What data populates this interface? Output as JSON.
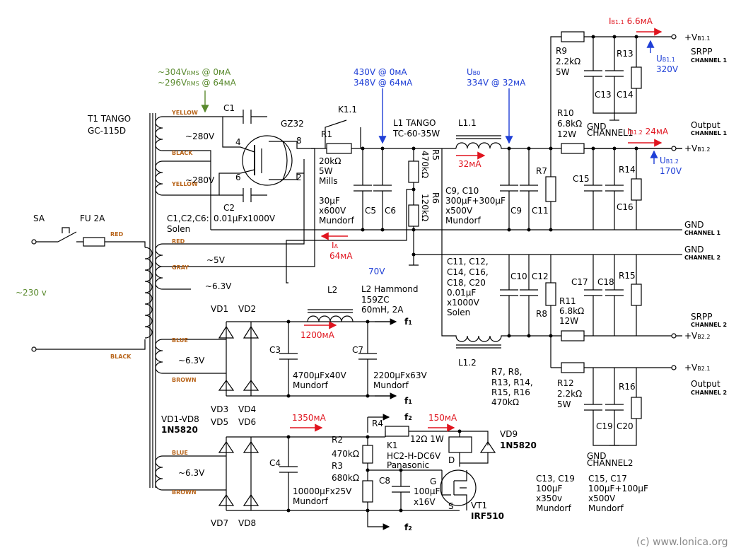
{
  "colors": {
    "current": "#e0141e",
    "voltage": "#1f3fd6",
    "mains": "#5a8a2e",
    "wire_label": "#b8651b"
  },
  "transformer": {
    "ref": "T1",
    "model": "TANGO",
    "part": "GC-115D",
    "in_ac": "~230 v",
    "out_280a": "~280V",
    "out_280b": "~280V",
    "out_5": "~5V",
    "out_63a": "~6.3V",
    "out_63b": "~6.3V",
    "out_63c": "~6.3V",
    "wire_yellow1": "YELLOW",
    "wire_black1": "BLACK",
    "wire_yellow2": "YELLOW",
    "wire_red1": "RED",
    "wire_red2": "RED",
    "wire_gray": "GRAY",
    "wire_black2": "BLACK",
    "wire_blue1": "BLUE",
    "wire_brown1": "BROWN",
    "wire_blue2": "BLUE",
    "wire_brown2": "BROWN"
  },
  "mains": {
    "switch": "SA",
    "fuse": "FU 2A",
    "v1": "~304V",
    "v1_sub": "RMS",
    "v1_rest": " @ 0мА",
    "v2": "~296V",
    "v2_sub": "RMS",
    "v2_rest": " @ 64мА"
  },
  "rectifier": {
    "tube": "GZ32",
    "pin4": "4",
    "pin6": "6",
    "pin8": "8",
    "pin2": "2",
    "c1": "C1",
    "c2": "C2",
    "caps": "C1,C2,C6:",
    "caps_val": "0.01µFx1000V",
    "caps_brand": "Solen",
    "k11": "K1.1"
  },
  "hv": {
    "r1": "R1",
    "r1_val": "20kΩ",
    "r1_pow": "5W",
    "r1_brand": "Mills",
    "cap": "30µF",
    "cap_v": "x600V",
    "cap_brand": "Mundorf",
    "c5": "C5",
    "c6": "C6",
    "v_a": "430V @ 0мА",
    "v_b": "348V @ 64мА",
    "r5": "R5",
    "r5_val": "470kΩ",
    "r6": "R6",
    "r6_val": "120kΩ",
    "ia": "I",
    "ia_sub": "A",
    "ia_val": "64мА",
    "v70": "70V"
  },
  "choke": {
    "l1": "L1",
    "l1_brand": "TANGO",
    "l1_part": "TC-60-35W",
    "l11": "L1.1",
    "l12": "L1.2",
    "i32": "32мА",
    "ub0": "U",
    "ub0_sub": "B0",
    "ub0_val": "334V @ 32мА",
    "c9c10": "C9, C10",
    "c9c10_val": "300µF+300µF",
    "c9c10_v": "x500V",
    "c9c10_brand": "Mundorf",
    "c9": "C9",
    "c11": "C11",
    "r7": "R7",
    "c10": "C10",
    "c12": "C12",
    "r8": "R8"
  },
  "ch1": {
    "r9": "R9",
    "r9_val": "2.2kΩ",
    "r9_pow": "5W",
    "r13": "R13",
    "c13": "C13",
    "c14": "C14",
    "ib11": "I",
    "ib11_sub": "B1.1",
    "ib11_val": "6.6мА",
    "ub11": "U",
    "ub11_sub": "B1.1",
    "ub11_val": "320V",
    "vb11": "+V",
    "vb11_sub": "B1.1",
    "srpp": "SRPP",
    "channel": "CHANNEL 1",
    "gnd": "GND",
    "gnd_ch": "CHANNEL1",
    "r10": "R10",
    "r10_val": "6.8kΩ",
    "r10_pow": "12W",
    "output": "Output",
    "output_ch": "CHANNEL 1",
    "ib12": "I",
    "ib12_sub": "B1.2",
    "ib12_val": "24мА",
    "ub12": "U",
    "ub12_sub": "B1.2",
    "ub12_val": "170V",
    "vb12": "+V",
    "vb12_sub": "B1.2",
    "c15": "C15",
    "r14": "R14",
    "c16": "C16",
    "gnd2": "GND",
    "gnd2_ch": "CHANNEL 1"
  },
  "ch2": {
    "gnd": "GND",
    "gnd_ch": "CHANNEL 2",
    "c_list1": "C11, C12,",
    "c_list2": "C14, C16,",
    "c_list3": "C18, C20",
    "c_val": "0.01µF",
    "c_v": "x1000V",
    "c_brand": "Solen",
    "r11": "R11",
    "r11_val": "6.8kΩ",
    "r11_pow": "12W",
    "c17": "C17",
    "c18": "C18",
    "r15": "R15",
    "srpp": "SRPP",
    "srpp_ch": "CHANNEL 2",
    "vb22": "+V",
    "vb22_sub": "B2.2",
    "vb21": "+V",
    "vb21_sub": "B2.1",
    "output": "Output",
    "output_ch": "CHANNEL 2",
    "r12": "R12",
    "r12_val": "2.2kΩ",
    "r12_pow": "5W",
    "r16": "R16",
    "c19": "C19",
    "c20": "C20",
    "gnd3": "GND",
    "gnd3_ch": "CHANNEL2",
    "rlist1": "R7, R8,",
    "rlist2": "R13, R14,",
    "rlist3": "R15, R16",
    "rlist_val": "470kΩ"
  },
  "heater": {
    "vd1": "VD1",
    "vd2": "VD2",
    "vd3": "VD3",
    "vd4": "VD4",
    "c3": "C3",
    "c3_val": "4700µFx40V",
    "c3_brand": "Mundorf",
    "l2": "L2",
    "l2_ref": "L2",
    "l2_brand": "Hammond",
    "l2_part": "159ZC",
    "l2_val": "60mH, 2A",
    "i1200": "1200мА",
    "c7": "C7",
    "c7_val": "2200µFx63V",
    "c7_brand": "Mundorf",
    "f1": "f",
    "f1_sub": "1",
    "vd18": "VD1-VD8",
    "vd_part": "1N5820",
    "vd5": "VD5",
    "vd6": "VD6",
    "vd7": "VD7",
    "vd8": "VD8",
    "c4": "C4",
    "c4_val": "10000µFx25V",
    "c4_brand": "Mundorf",
    "i1350": "1350мА",
    "f2": "f",
    "f2_sub": "2",
    "r4": "R4",
    "r4_val": "12Ω 1W",
    "i150": "150мА",
    "r2": "R2",
    "r2_val": "470kΩ",
    "r3": "R3",
    "r3_val": "680kΩ",
    "k1": "K1",
    "k1_part": "HC2-H-DC6V",
    "k1_brand": "Panasonic",
    "c8": "C8",
    "c8_val": "100µF",
    "c8_v": "x16V",
    "vd9": "VD9",
    "vd9_part": "1N5820",
    "vt1": "VT1",
    "vt1_part": "IRF510",
    "pin_d": "D",
    "pin_g": "G",
    "pin_s": "S"
  },
  "notes": {
    "c13c19": "C13, C19",
    "c13c19_val": "100µF",
    "c13c19_v": "x350v",
    "c13c19_brand": "Mundorf",
    "c15c17": "C15, C17",
    "c15c17_val": "100µF+100µF",
    "c15c17_v": "x500V",
    "c15c17_brand": "Mundorf"
  },
  "copyright": "(c) www.lonica.org"
}
